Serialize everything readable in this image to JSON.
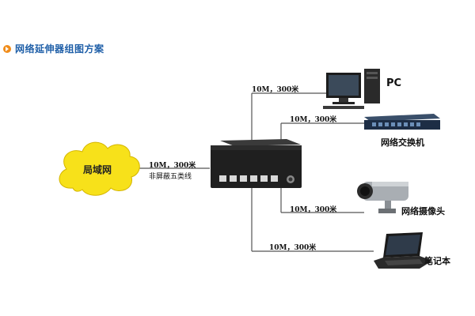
{
  "title": "网络延伸器组图方案",
  "lan": {
    "label": "局域网"
  },
  "cable": {
    "speed": "10M，300米",
    "type": "非屏蔽五类线"
  },
  "links": [
    {
      "speed": "10M，300米",
      "device": "PC",
      "device_icon": "desktop-pc-icon"
    },
    {
      "speed": "10M，300米",
      "device": "网络交换机",
      "device_icon": "network-switch-icon"
    },
    {
      "speed": "10M，300米",
      "device": "网络摄像头",
      "device_icon": "ip-camera-icon"
    },
    {
      "speed": "10M，300米",
      "device": "笔记本",
      "device_icon": "laptop-icon"
    }
  ],
  "colors": {
    "title": "#1f5fa8",
    "bullet": "#f08c1a",
    "cloud": "#f7e11a",
    "line": "#555555"
  }
}
